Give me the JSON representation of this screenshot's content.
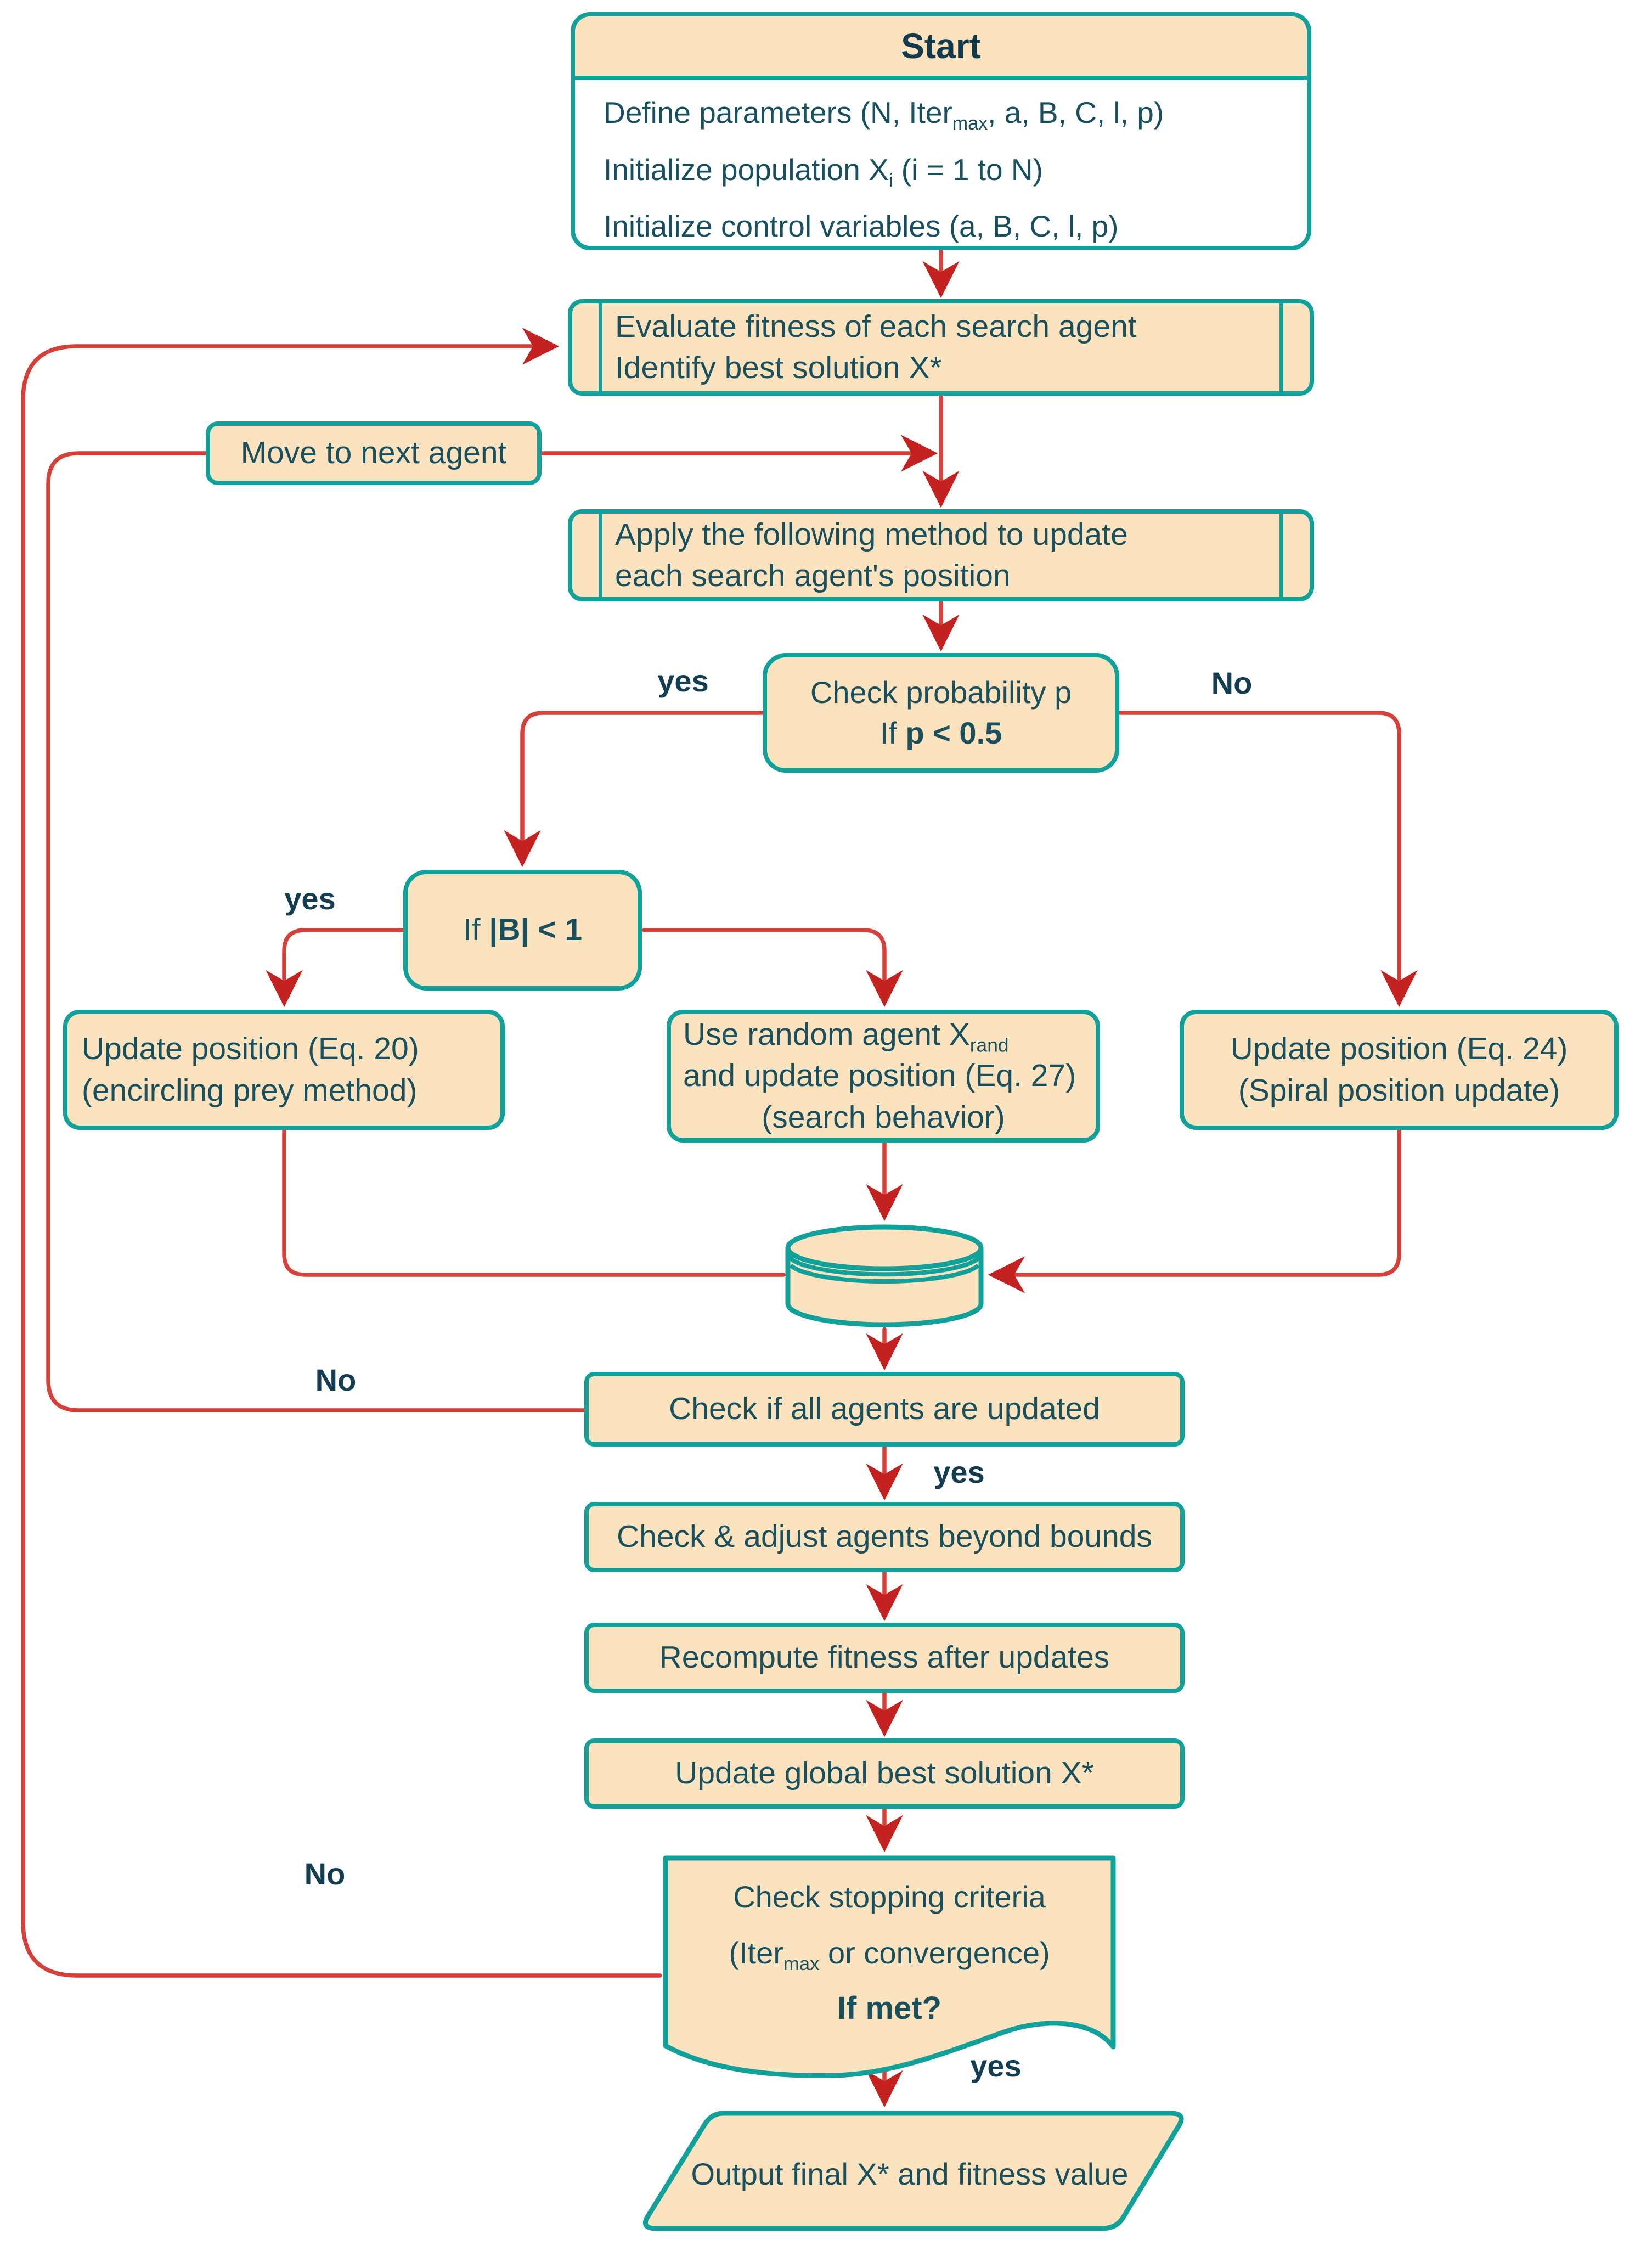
{
  "title": "Optimization algorithm flowchart",
  "colors": {
    "node_fill": "#fbe3c0",
    "node_border": "#12a19a",
    "text": "#1a4f5e",
    "label_text": "#143d52",
    "arrow_line": "#d5403a",
    "arrow_head": "#c42220",
    "start_body_fill": "#ffffff"
  },
  "nodes": {
    "start": {
      "title": "Start",
      "lines": [
        [
          {
            "t": "Define parameters (N, Iter"
          },
          {
            "t": "max",
            "sub": true
          },
          {
            "t": ", a, B, C, l, p)"
          }
        ],
        [
          {
            "t": "Initialize population X"
          },
          {
            "t": "i",
            "sub": true
          },
          {
            "t": " (i = 1 to N)"
          }
        ],
        "Initialize control variables (a, B, C, l, p)"
      ]
    },
    "evaluate": {
      "lines": [
        "Evaluate fitness of each search agent",
        "Identify best solution X*"
      ]
    },
    "move": {
      "label": "Move to next agent"
    },
    "apply": {
      "lines": [
        "Apply the following method to update",
        "each search agent's position"
      ]
    },
    "probability": {
      "lines": [
        "Check probability p",
        [
          {
            "t": "If "
          },
          {
            "t": "p < 0.5",
            "b": true
          }
        ]
      ]
    },
    "b_check": {
      "line": [
        {
          "t": "If "
        },
        {
          "t": "|B| < 1",
          "b": true
        }
      ]
    },
    "encircle": {
      "lines": [
        "Update position (Eq. 20)",
        "(encircling prey method)"
      ]
    },
    "random": {
      "lines": [
        [
          {
            "t": "Use random agent X"
          },
          {
            "t": "rand",
            "sub": true
          }
        ],
        "and update position (Eq. 27)",
        "(search behavior)"
      ]
    },
    "spiral": {
      "lines": [
        "Update position (Eq. 24)",
        "(Spiral position update)"
      ]
    },
    "check_all": {
      "label": "Check if all agents are updated"
    },
    "bounds": {
      "label": "Check & adjust agents beyond bounds"
    },
    "recompute": {
      "label": "Recompute fitness after updates"
    },
    "global_best": {
      "label": "Update global best solution X*"
    },
    "stopping": {
      "lines": [
        "Check stopping criteria",
        [
          {
            "t": "(Iter"
          },
          {
            "t": "max",
            "sub": true
          },
          {
            "t": " or convergence)"
          }
        ],
        [
          {
            "t": "If met?",
            "b": true
          }
        ]
      ]
    },
    "output": {
      "label": "Output final X* and fitness value"
    }
  },
  "labels": {
    "prob_yes": "yes",
    "prob_no": "No",
    "b_yes": "yes",
    "all_no": "No",
    "all_yes": "yes",
    "stop_no": "No",
    "stop_yes": "yes"
  }
}
